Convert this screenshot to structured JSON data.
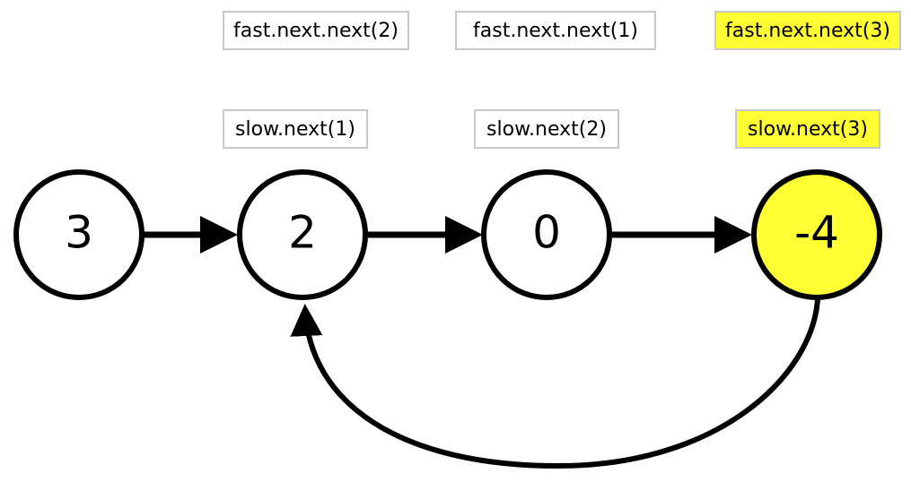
{
  "colors": {
    "highlight": "#ffff33",
    "node_fill": "#ffffff",
    "stroke": "#000000",
    "label_border": "#c8c8c8"
  },
  "nodes": [
    {
      "value": "3",
      "highlighted": false
    },
    {
      "value": "2",
      "highlighted": false
    },
    {
      "value": "0",
      "highlighted": false
    },
    {
      "value": "-4",
      "highlighted": true
    }
  ],
  "edges": [
    {
      "from": 0,
      "to": 1
    },
    {
      "from": 1,
      "to": 2
    },
    {
      "from": 2,
      "to": 3
    },
    {
      "from": 3,
      "to": 1,
      "kind": "cycle"
    }
  ],
  "fast_labels": [
    {
      "text": "fast.next.next(2)",
      "highlighted": false
    },
    {
      "text": "fast.next.next(1)",
      "highlighted": false
    },
    {
      "text": "fast.next.next(3)",
      "highlighted": true
    }
  ],
  "slow_labels": [
    {
      "text": "slow.next(1)",
      "highlighted": false
    },
    {
      "text": "slow.next(2)",
      "highlighted": false
    },
    {
      "text": "slow.next(3)",
      "highlighted": true
    }
  ]
}
